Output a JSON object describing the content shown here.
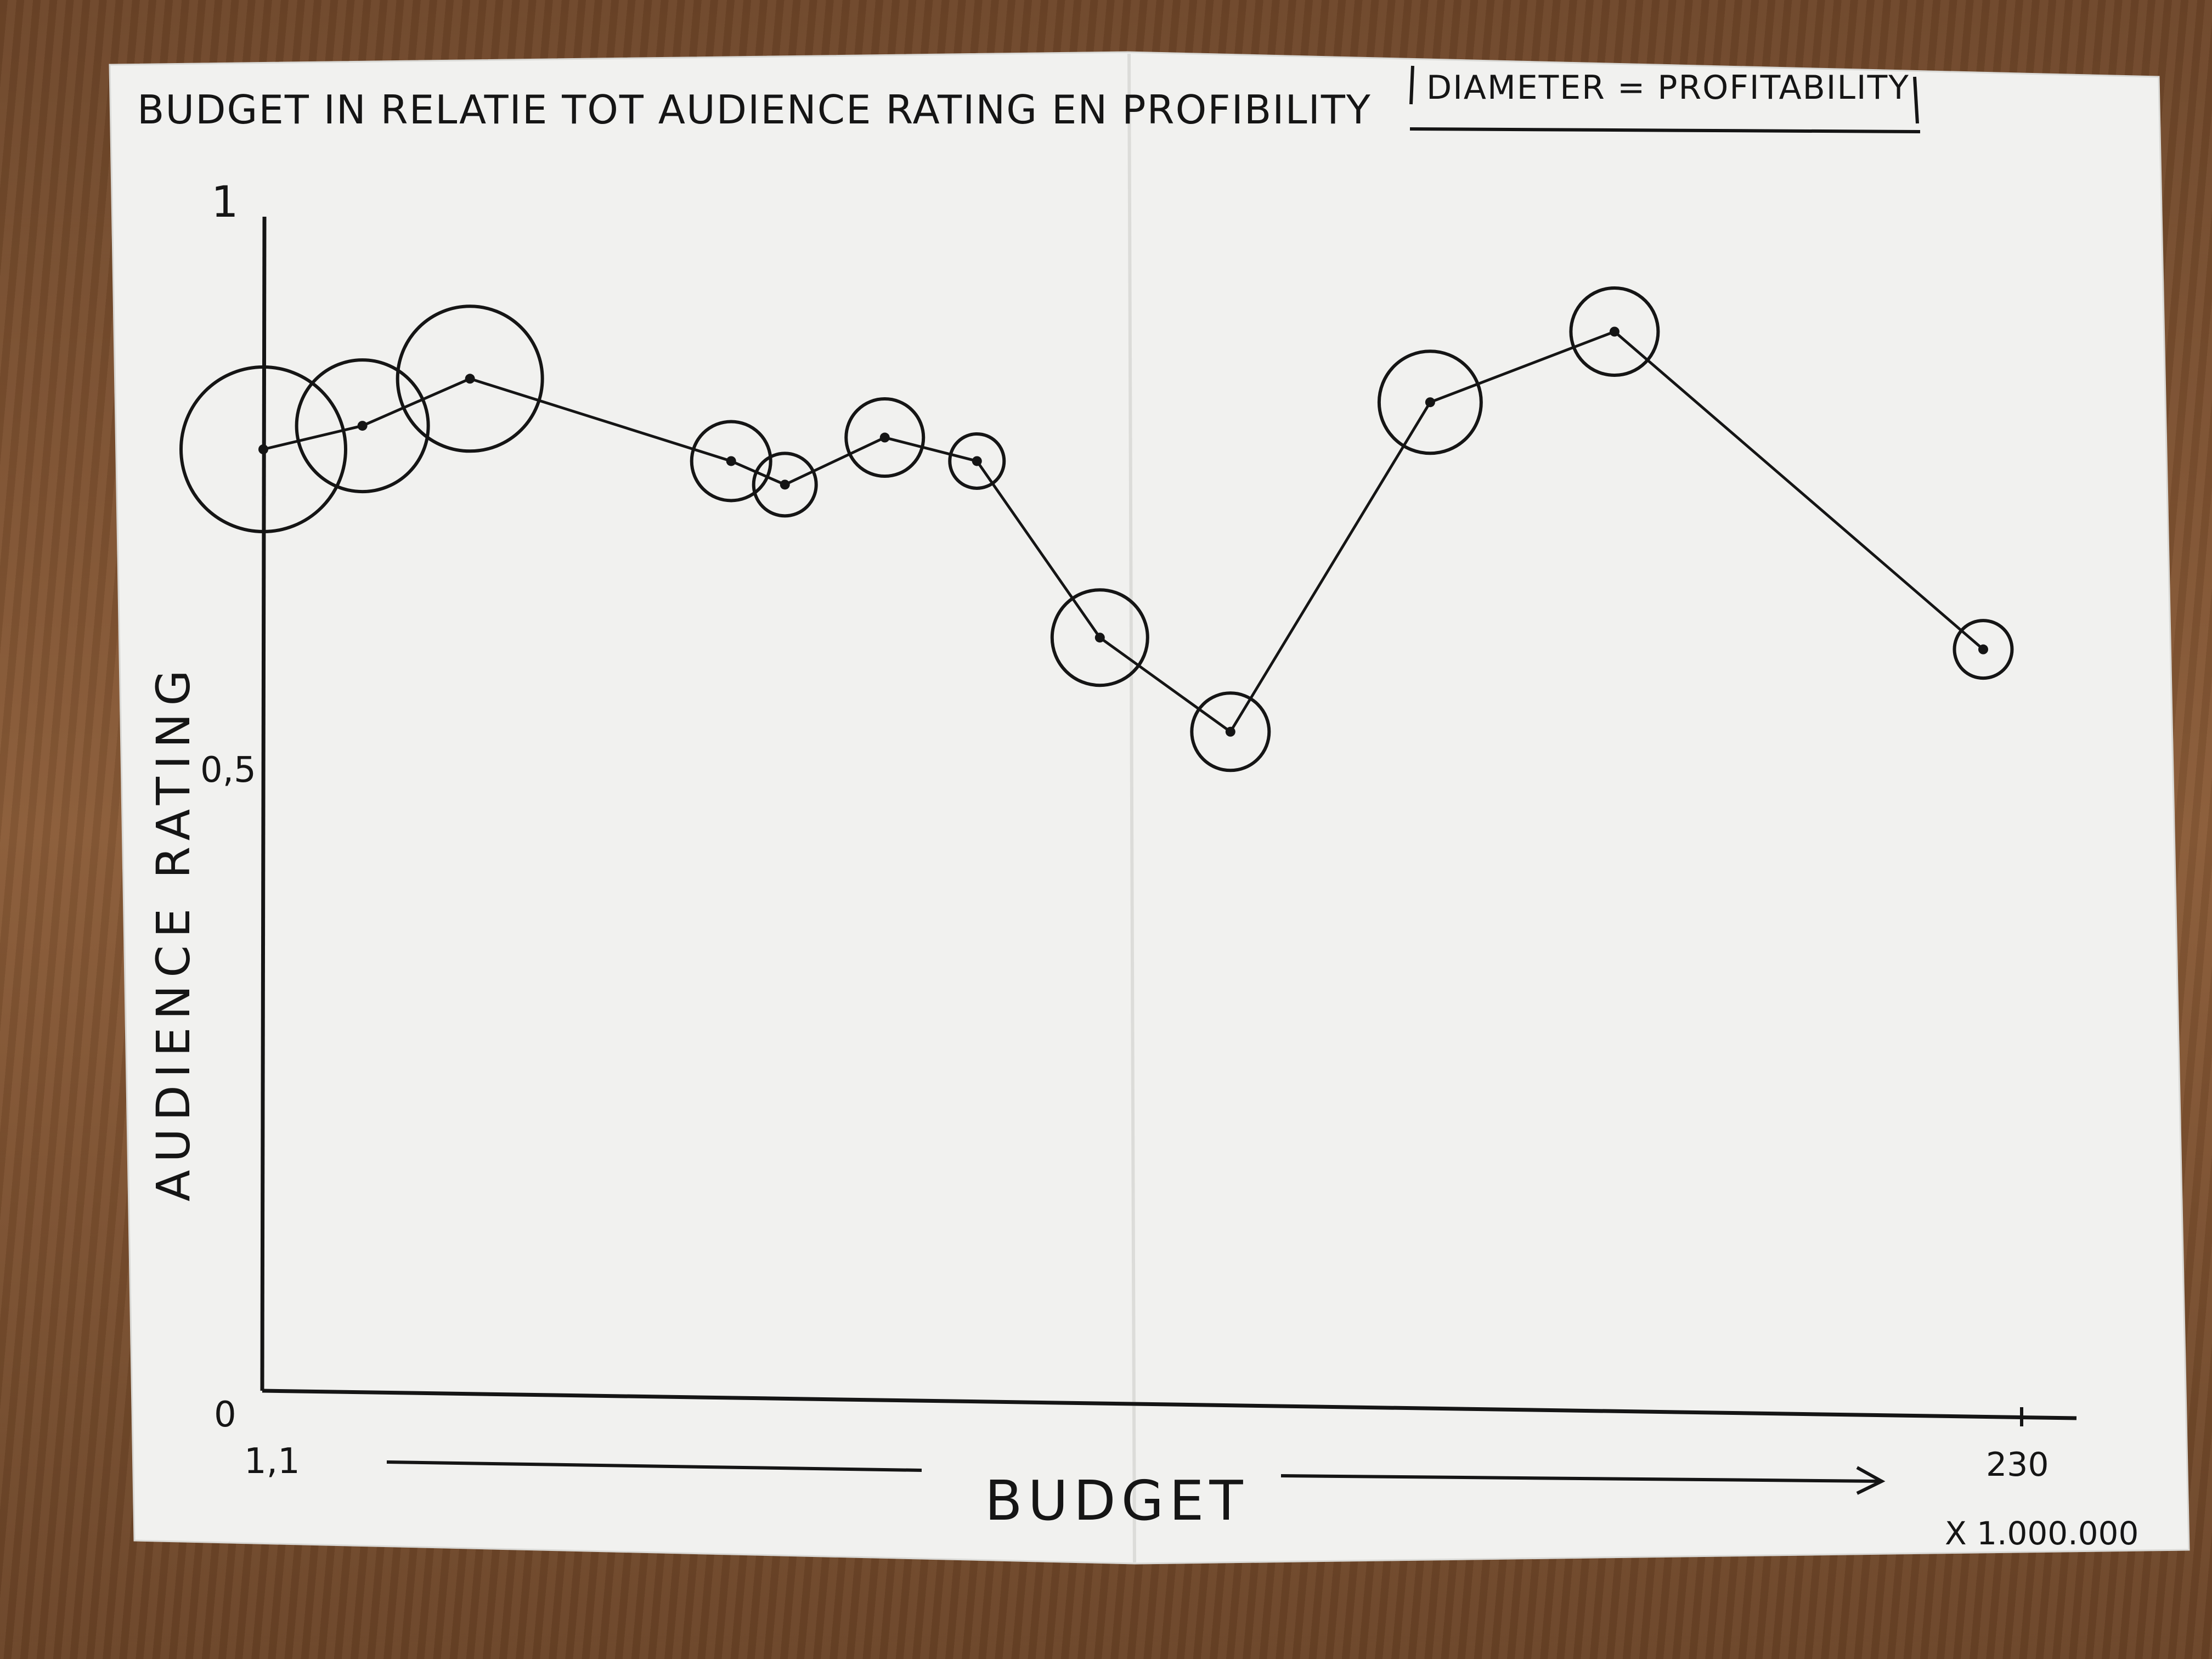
{
  "chart_data": {
    "type": "scatter",
    "title": "Budget in relatie tot audience rating en profibility",
    "legend": "Diameter = profitability",
    "xlabel": "Budget",
    "ylabel": "Audience rating",
    "x_tick_labels": [
      "1,1",
      "230"
    ],
    "x_unit": "x 1.000.000",
    "y_tick_labels": [
      "0",
      "0,5",
      "1"
    ],
    "xlim": [
      1.1,
      230
    ],
    "ylim": [
      0,
      1
    ],
    "connected": true,
    "grid": false,
    "points": [
      {
        "x": 1.1,
        "y": 0.8,
        "profitability": 1.0
      },
      {
        "x": 14.0,
        "y": 0.82,
        "profitability": 0.8
      },
      {
        "x": 28.0,
        "y": 0.86,
        "profitability": 0.88
      },
      {
        "x": 62.0,
        "y": 0.79,
        "profitability": 0.48
      },
      {
        "x": 69.0,
        "y": 0.77,
        "profitability": 0.38
      },
      {
        "x": 82.0,
        "y": 0.81,
        "profitability": 0.47
      },
      {
        "x": 94.0,
        "y": 0.79,
        "profitability": 0.33
      },
      {
        "x": 110.0,
        "y": 0.64,
        "profitability": 0.58
      },
      {
        "x": 127.0,
        "y": 0.56,
        "profitability": 0.47
      },
      {
        "x": 153.0,
        "y": 0.84,
        "profitability": 0.62
      },
      {
        "x": 177.0,
        "y": 0.9,
        "profitability": 0.53
      },
      {
        "x": 225.0,
        "y": 0.63,
        "profitability": 0.35
      }
    ]
  }
}
